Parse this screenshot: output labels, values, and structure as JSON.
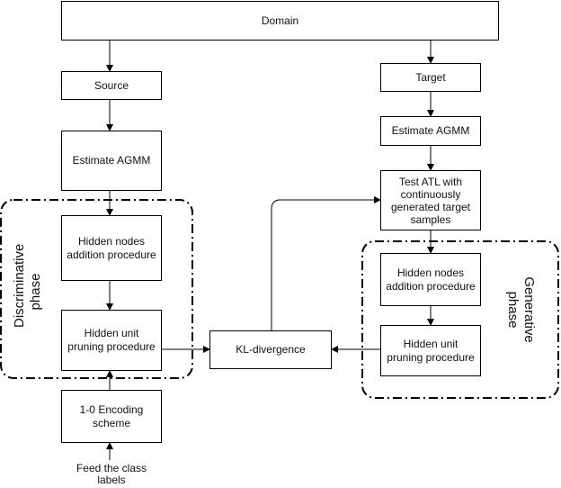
{
  "nodes": {
    "domain": "Domain",
    "source": "Source",
    "target": "Target",
    "estimate_left": "Estimate AGMM",
    "estimate_right": "Estimate AGMM",
    "test_atl": "Test ATL with continuously generated target samples",
    "hidden_add_left": "Hidden nodes addition procedure",
    "hidden_prune_left": "Hidden unit pruning procedure",
    "kl_divergence": "KL-divergence",
    "hidden_add_right": "Hidden nodes addition procedure",
    "hidden_prune_right": "Hidden unit pruning procedure",
    "encoding": "1-0 Encoding scheme"
  },
  "input_label": "Feed the class labels",
  "phases": {
    "discriminative": "Discriminative phase",
    "generative": "Generative phase"
  }
}
